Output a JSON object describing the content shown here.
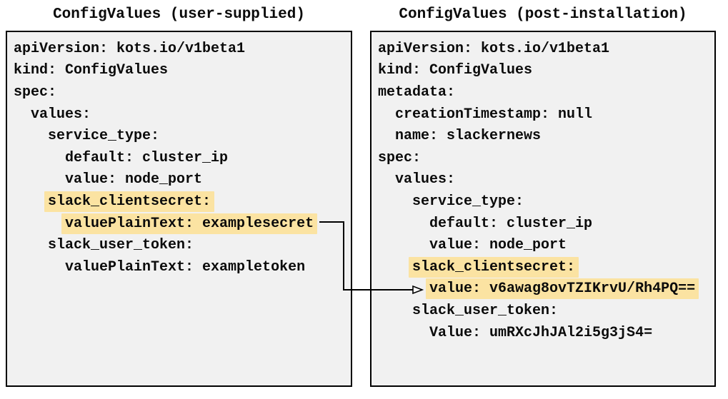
{
  "colors": {
    "highlight": "#FBE3A2",
    "panel_background": "#F1F1F1",
    "panel_border": "#000000",
    "arrow": "#000000"
  },
  "left_panel": {
    "title": "ConfigValues (user-supplied)",
    "lines": [
      {
        "indent": 0,
        "text": "apiVersion: kots.io/v1beta1",
        "hl": false
      },
      {
        "indent": 0,
        "text": "kind: ConfigValues",
        "hl": false
      },
      {
        "indent": 0,
        "text": "spec:",
        "hl": false
      },
      {
        "indent": 2,
        "text": "values:",
        "hl": false
      },
      {
        "indent": 4,
        "text": "service_type:",
        "hl": false
      },
      {
        "indent": 6,
        "text": "default: cluster_ip",
        "hl": false
      },
      {
        "indent": 6,
        "text": "value: node_port",
        "hl": false
      },
      {
        "indent": 4,
        "text": "slack_clientsecret:",
        "hl": true
      },
      {
        "indent": 6,
        "text": "valuePlainText: examplesecret",
        "hl": true
      },
      {
        "indent": 4,
        "text": "slack_user_token:",
        "hl": false
      },
      {
        "indent": 6,
        "text": "valuePlainText: exampletoken",
        "hl": false
      }
    ]
  },
  "right_panel": {
    "title": "ConfigValues (post-installation)",
    "lines": [
      {
        "indent": 0,
        "text": "apiVersion: kots.io/v1beta1",
        "hl": false
      },
      {
        "indent": 0,
        "text": "kind: ConfigValues",
        "hl": false
      },
      {
        "indent": 0,
        "text": "metadata:",
        "hl": false
      },
      {
        "indent": 2,
        "text": "creationTimestamp: null",
        "hl": false
      },
      {
        "indent": 2,
        "text": "name: slackernews",
        "hl": false
      },
      {
        "indent": 0,
        "text": "spec:",
        "hl": false
      },
      {
        "indent": 2,
        "text": "values:",
        "hl": false
      },
      {
        "indent": 4,
        "text": "service_type:",
        "hl": false
      },
      {
        "indent": 6,
        "text": "default: cluster_ip",
        "hl": false
      },
      {
        "indent": 6,
        "text": "value: node_port",
        "hl": false
      },
      {
        "indent": 4,
        "text": "slack_clientsecret:",
        "hl": true
      },
      {
        "indent": 6,
        "text": "value: v6awag8ovTZIKrvU/Rh4PQ==",
        "hl": true
      },
      {
        "indent": 4,
        "text": "slack_user_token:",
        "hl": false
      },
      {
        "indent": 6,
        "text": "Value: umRXcJhJAl2i5g3jS4=",
        "hl": false
      }
    ]
  },
  "arrow": {
    "from_text": "valuePlainText: examplesecret",
    "to_text": "value: v6awag8ovTZIKrvU/Rh4PQ=="
  }
}
